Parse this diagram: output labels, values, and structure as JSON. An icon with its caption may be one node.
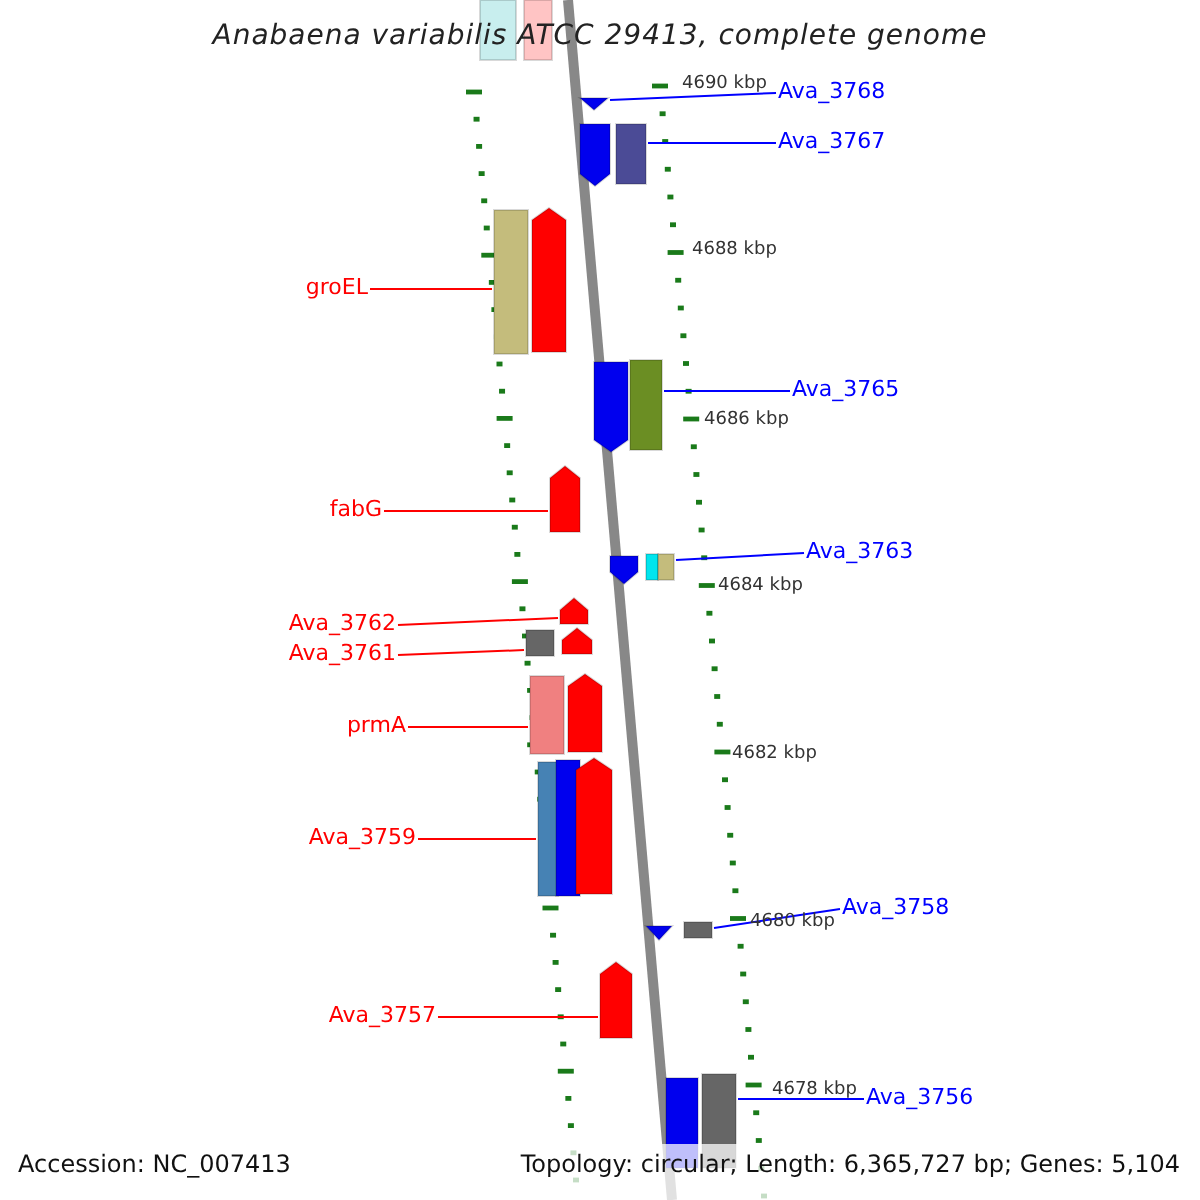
{
  "diagram": {
    "title": "Anabaena variabilis ATCC 29413, complete genome",
    "nodes": [
      {
        "text": [
          "Ava_3768"
        ]
      },
      {
        "text": [
          "Ava_3767"
        ]
      },
      {
        "text": [
          "groEL"
        ]
      },
      {
        "text": [
          "Ava_3765"
        ]
      },
      {
        "text": [
          "fabG"
        ]
      },
      {
        "text": [
          "Ava_3763"
        ]
      },
      {
        "text": [
          "Ava_3762"
        ]
      },
      {
        "text": [
          "Ava_3761"
        ]
      },
      {
        "text": [
          "prmA"
        ]
      },
      {
        "text": [
          "Ava_3759"
        ]
      },
      {
        "text": [
          "Ava_3758"
        ]
      },
      {
        "text": [
          "Ava_3757"
        ]
      },
      {
        "text": [
          "Ava_3756"
        ]
      },
      {
        "text": [],
        "shape": "bar"
      },
      {
        "text": [],
        "shape": "bar"
      },
      {
        "text": [],
        "shape": "bar"
      },
      {
        "text": [],
        "shape": "bar"
      },
      {
        "text": [],
        "shape": "bar"
      },
      {
        "text": [],
        "shape": "bar"
      },
      {
        "text": [],
        "shape": "bar"
      },
      {
        "text": [],
        "shape": "bar"
      },
      {
        "text": [],
        "shape": "bar"
      },
      {
        "text": [],
        "shape": "bar"
      },
      {
        "text": [],
        "shape": "bar"
      },
      {
        "text": [],
        "shape": "bar"
      },
      {
        "text": [],
        "shape": "bar"
      },
      {
        "text": [],
        "shape": "bar"
      },
      {
        "text": [],
        "shape": "bar"
      },
      {
        "text": [],
        "shape": "bar"
      },
      {
        "text": [],
        "shape": "bar"
      },
      {
        "text": [],
        "shape": "bar"
      },
      {
        "text": [],
        "shape": "bar"
      },
      {
        "text": [],
        "shape": "bar"
      },
      {
        "text": [],
        "shape": "bar"
      },
      {
        "text": [],
        "shape": "bar"
      },
      {
        "text": [],
        "shape": "bar"
      },
      {
        "text": [],
        "shape": "bar"
      },
      {
        "text": [],
        "shape": "bar"
      },
      {
        "text": [],
        "shape": "bar"
      }
    ],
    "edges": [
      {
        "from": 0,
        "to": 15,
        "arrow": "none",
        "color": "#0000ff"
      },
      {
        "from": 1,
        "to": 17,
        "arrow": "none",
        "color": "#0000ff"
      },
      {
        "from": 2,
        "to": 18,
        "arrow": "none"
      },
      {
        "from": 3,
        "to": 21,
        "arrow": "none",
        "color": "#0000ff"
      },
      {
        "from": 4,
        "to": 22,
        "arrow": "none"
      },
      {
        "from": 5,
        "to": 25,
        "arrow": "none",
        "color": "#0000ff"
      },
      {
        "from": 6,
        "to": 26,
        "arrow": "none"
      },
      {
        "from": 7,
        "to": 27,
        "arrow": "none"
      },
      {
        "from": 8,
        "to": 29,
        "arrow": "none"
      },
      {
        "from": 9,
        "to": 31,
        "arrow": "none"
      },
      {
        "from": 10,
        "to": 35,
        "arrow": "none",
        "color": "#0000ff"
      },
      {
        "from": 11,
        "to": 36,
        "arrow": "none"
      },
      {
        "from": 12,
        "to": 38,
        "arrow": "none",
        "color": "#0000ff"
      }
    ],
    "labels": [
      "4690 kbp",
      "4688 kbp",
      "4686 kbp",
      "4684 kbp",
      "4682 kbp",
      "4680 kbp",
      "4678 kbp",
      "Accession: NC_007413",
      "Topology: circular; Length: 6,365,727 bp; Genes: 5,104"
    ]
  }
}
